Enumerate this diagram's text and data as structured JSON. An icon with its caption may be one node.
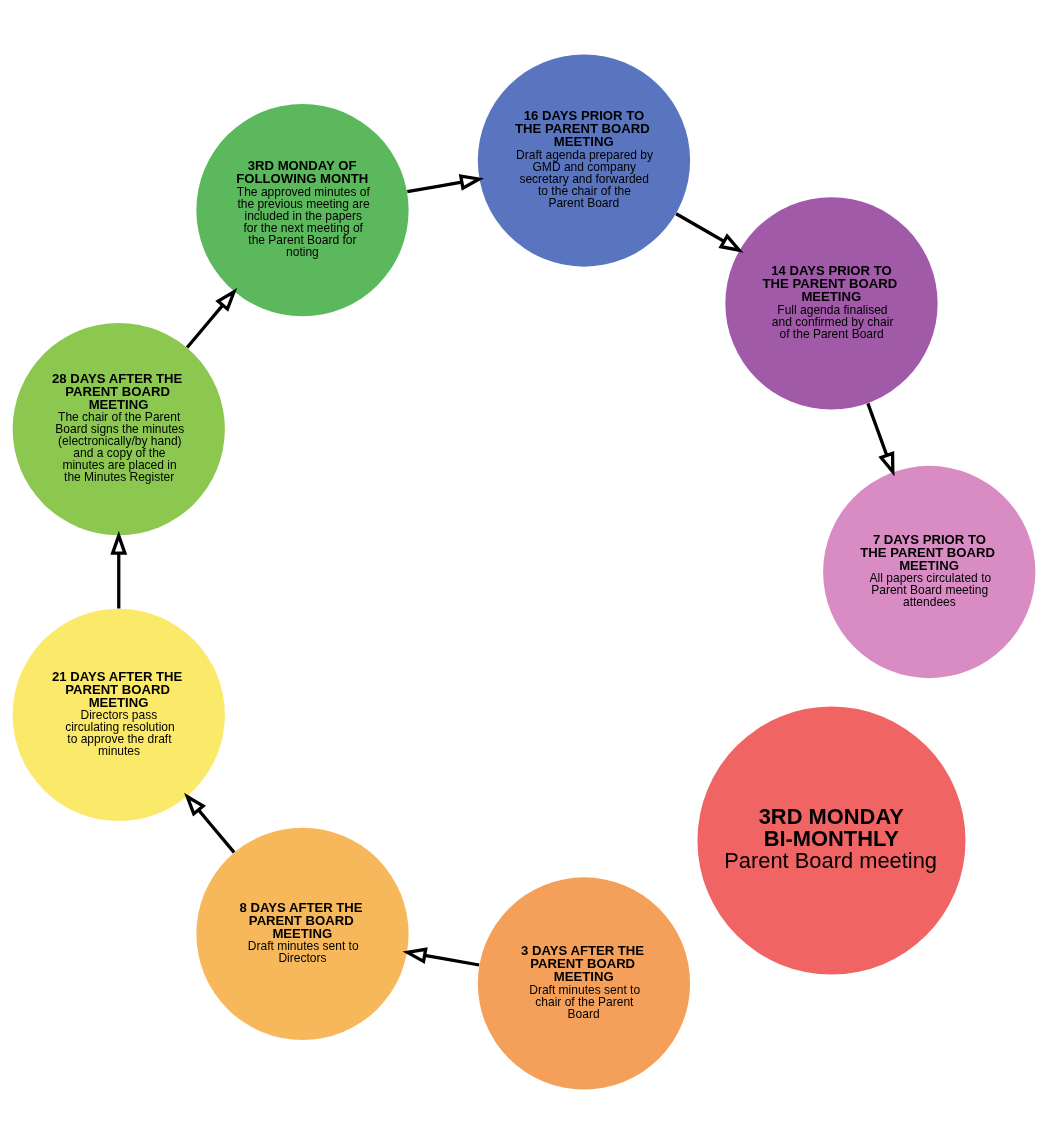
{
  "diagram": {
    "nodes": [
      {
        "text": [
          "3RD MONDAY BI-MONTHLY",
          "Parent Board meeting"
        ]
      },
      {
        "text": [
          "3 DAYS AFTER THE PARENT BOARD MEETING",
          "Draft minutes sent to chair of the Parent Board"
        ]
      },
      {
        "text": [
          "8 DAYS AFTER THE PARENT BOARD MEETING",
          "Draft minutes sent to Directors"
        ]
      },
      {
        "text": [
          "21 DAYS AFTER THE PARENT BOARD MEETING",
          "Directors pass circulating resolution to approve the draft minutes"
        ]
      },
      {
        "text": [
          "28 DAYS AFTER THE PARENT BOARD MEETING",
          "The chair of the Parent Board signs the minutes (electronically/by hand) and a copy of the minutes are placed in the Minutes Register"
        ]
      },
      {
        "text": [
          "3RD MONDAY OF FOLLOWING MONTH",
          "The approved minutes of the previous meeting are included in the papers for the next meeting of the Parent Board for noting"
        ]
      },
      {
        "text": [
          "16 DAYS PRIOR TO THE PARENT BOARD MEETING",
          "Draft agenda prepared by GMD and company secretary and forwarded to the chair of the Parent Board"
        ]
      },
      {
        "text": [
          "14 DAYS PRIOR TO THE PARENT BOARD MEETING",
          "Full agenda finalised and confirmed by chair of the Parent Board"
        ]
      },
      {
        "text": [
          "7 DAYS PRIOR TO THE PARENT BOARD MEETING",
          "All papers circulated to Parent Board meeting attendees"
        ]
      }
    ],
    "edges": [
      {
        "from": 1,
        "to": 2,
        "arrow": "to"
      },
      {
        "from": 2,
        "to": 3,
        "arrow": "to"
      },
      {
        "from": 3,
        "to": 4,
        "arrow": "to"
      },
      {
        "from": 4,
        "to": 5,
        "arrow": "to"
      },
      {
        "from": 5,
        "to": 6,
        "arrow": "to"
      },
      {
        "from": 6,
        "to": 7,
        "arrow": "to"
      },
      {
        "from": 7,
        "to": 8,
        "arrow": "to"
      }
    ]
  }
}
